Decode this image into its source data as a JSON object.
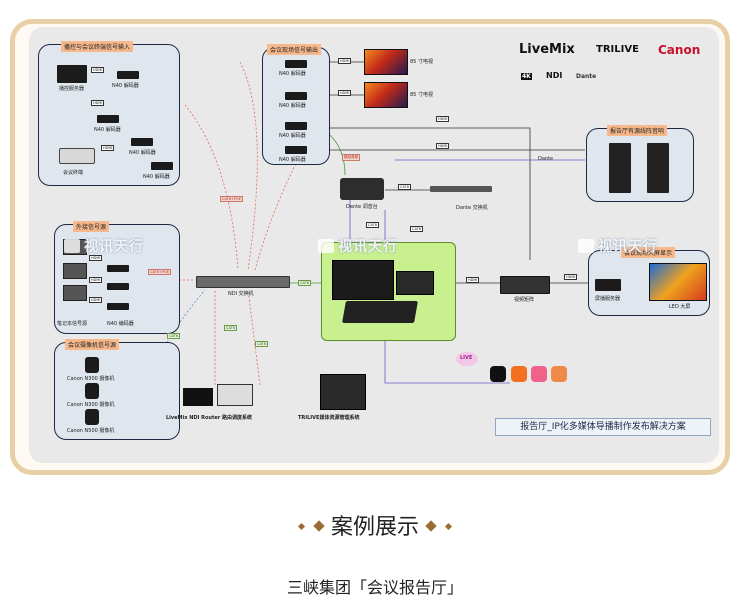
{
  "brands": {
    "livemix": "LiveMix",
    "trilive": "TRILIVE",
    "canon": "Canon",
    "k4": "4K",
    "ndi": "NDI",
    "dante": "Dante"
  },
  "watermark": "视讯天行",
  "groups": {
    "remote": {
      "title": "播控与会议终端信号输入",
      "server": "播控服务器",
      "terminal": "会议终端",
      "decoder": "N40 解码器"
    },
    "conf_out": {
      "title": "会议现场信号输出",
      "decoder": "N40 解码器"
    },
    "external": {
      "title": "外接信号源",
      "laptop": "笔记本信号源",
      "encoder": "N40 编码器"
    },
    "camera": {
      "title": "会议摄像机信号源",
      "cam1": "Canon N300 摄像机",
      "cam2": "Canon N300 摄像机",
      "cam3": "Canon N500 摄像机"
    },
    "audio": {
      "title": "报告厅有源线阵音响"
    },
    "large": {
      "title": "会议现场大屏显示",
      "player": "屏播服务器",
      "led": "LED 大屏"
    }
  },
  "tv1": "85 寸电视",
  "tv2": "85 寸电视",
  "mixer": "Dante 调音台",
  "dante_switch": "Dante 交换机",
  "ndi_switch": "NDI 交换机",
  "matrix": "视频矩阵",
  "router": "LiveMix NDI Router 路由调度系统",
  "asset": "TRILIVE媒体资源管理系统",
  "live": "LIVE",
  "tags": {
    "hdmi": "HDMI",
    "cat6": "CAT6",
    "cat6poe": "CAT6+POE",
    "cat6poe2": "CAT6+POE",
    "xlr": "模拟音频",
    "dante_line": "Dante"
  },
  "solution": "报告厅_IP化多媒体导播制作发布解决方案",
  "heading": "案例展示",
  "caption": "三峡集团「会议报告厅」"
}
